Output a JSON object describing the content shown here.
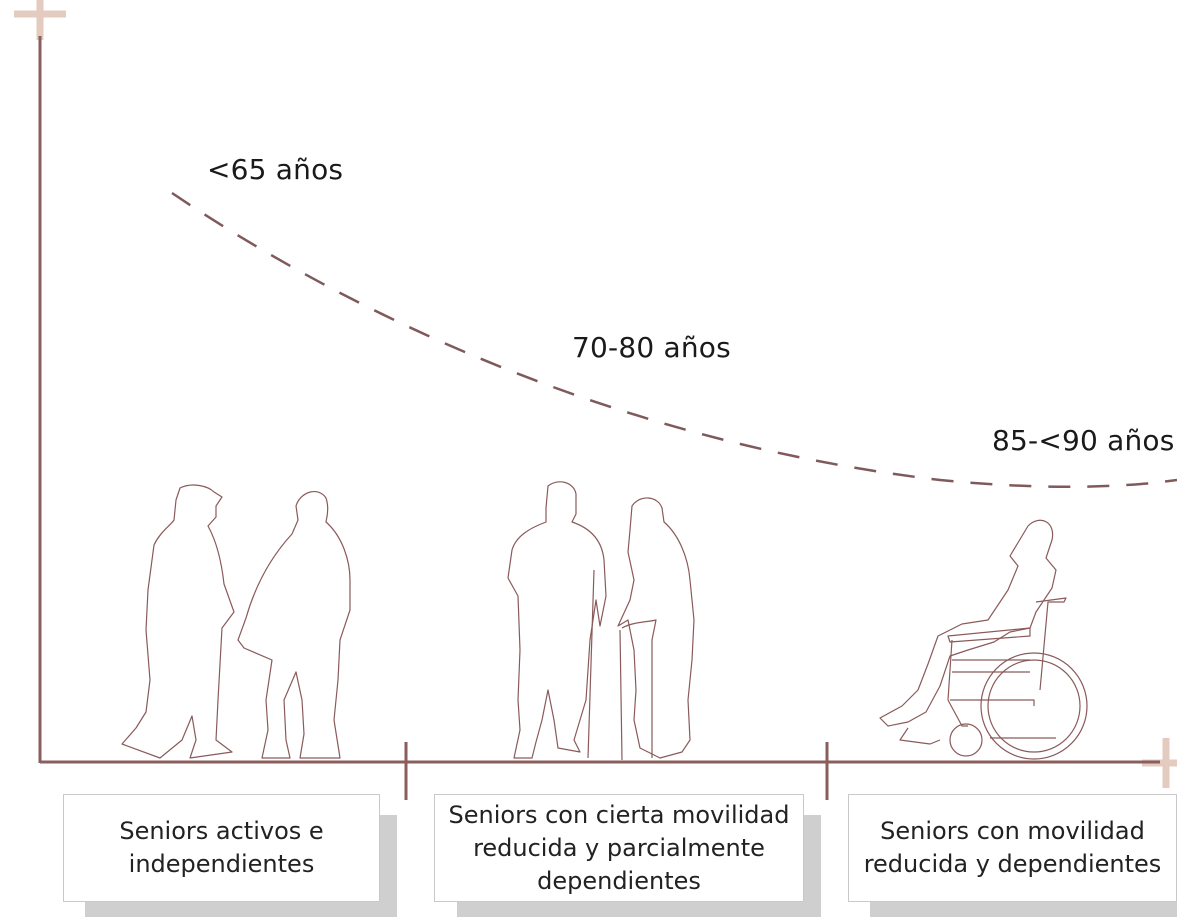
{
  "colors": {
    "axis": "#8b5e5e",
    "axis_cap": "#e3cbc0",
    "curve": "#7f5a5a",
    "figure_stroke": "#8a5a5a",
    "text": "#1a1a1a"
  },
  "age_labels": {
    "young": "<65 años",
    "middle": "70-80 años",
    "old": "85-<90 años"
  },
  "categories": [
    {
      "label": "Seniors activos e independientes",
      "figure": "two-walking-seniors-icon"
    },
    {
      "label": "Seniors con cierta movilidad reducida y parcialmente dependientes",
      "figure": "seniors-with-canes-icon"
    },
    {
      "label": "Seniors con movilidad reducida y dependientes",
      "figure": "senior-in-wheelchair-icon"
    }
  ]
}
